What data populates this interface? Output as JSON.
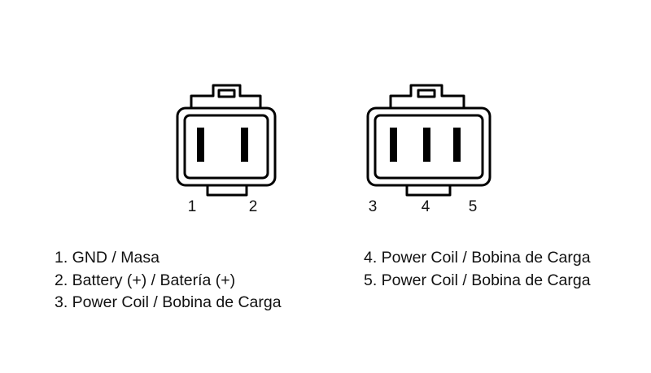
{
  "connectors": {
    "left": {
      "name": "2-pin connector",
      "pins": [
        "1",
        "2"
      ]
    },
    "right": {
      "name": "3-pin connector",
      "pins": [
        "3",
        "4",
        "5"
      ]
    }
  },
  "legend": {
    "left": [
      "1. GND / Masa",
      "2. Battery (+) / Batería (+)",
      "3. Power Coil / Bobina de Carga"
    ],
    "right": [
      "4. Power Coil / Bobina de Carga",
      "5. Power Coil / Bobina de Carga"
    ]
  },
  "colors": {
    "line": "#000000",
    "background": "#ffffff"
  }
}
